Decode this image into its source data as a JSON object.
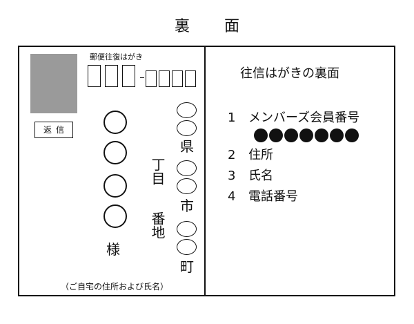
{
  "page": {
    "title": "裏　面"
  },
  "address_side": {
    "stamp": {
      "color": "#9a9a9a"
    },
    "return_label": "返信",
    "service_label": "郵便往復はがき",
    "name_suffix": "様",
    "prefecture": "県",
    "city": "市",
    "town": "町",
    "chome": "丁目",
    "banchi": "番地",
    "note": "（ご自宅の住所および氏名）"
  },
  "message_side": {
    "title": "往信はがきの裏面",
    "items": [
      {
        "num": "1",
        "label": "メンバーズ会員番号"
      },
      {
        "num": "2",
        "label": "住所"
      },
      {
        "num": "3",
        "label": "氏名"
      },
      {
        "num": "4",
        "label": "電話番号"
      }
    ],
    "member_dots": 7
  }
}
